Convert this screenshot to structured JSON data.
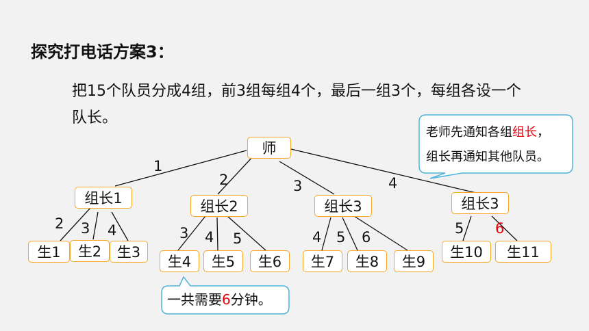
{
  "title": "探究打电话方案3：",
  "description": "把15个队员分成4组，前3组每组4个，最后一组3个，每组各设一个队长。",
  "tree": {
    "root": "师",
    "leaders": [
      "组长1",
      "组长2",
      "组长3",
      "组长3"
    ],
    "students": [
      "生1",
      "生2",
      "生3",
      "生4",
      "生5",
      "生6",
      "生7",
      "生8",
      "生9",
      "生10",
      "生11"
    ],
    "root_edge_labels": [
      "1",
      "2",
      "3",
      "4"
    ],
    "leader_edge_labels": [
      [
        "2",
        "3",
        "4"
      ],
      [
        "3",
        "4",
        "5"
      ],
      [
        "4",
        "5",
        "6"
      ],
      [
        "5",
        "6"
      ]
    ]
  },
  "callout_top": {
    "line1_prefix": "老师先通知各组",
    "line1_highlight": "组长",
    "line1_suffix": "，",
    "line2": "组长再通知其他队员。"
  },
  "callout_bottom": {
    "prefix": "一共需要",
    "highlight": "6",
    "suffix": "分钟。"
  },
  "colors": {
    "node_border": "#f5a623",
    "callout_border": "#4fb3d9",
    "highlight": "#e8000b"
  }
}
